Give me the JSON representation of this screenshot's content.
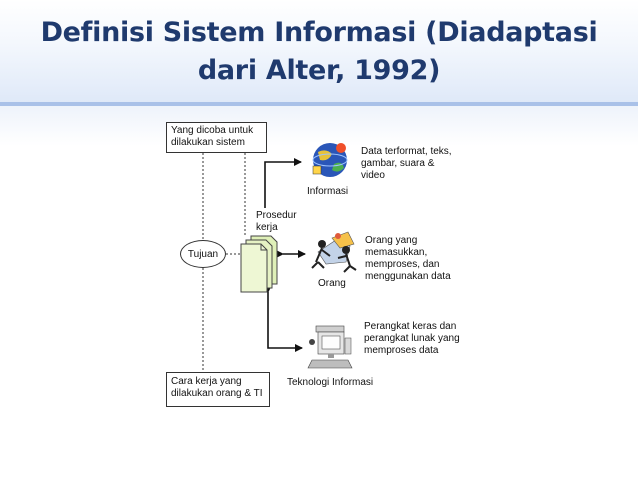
{
  "title": {
    "line1": "Definisi Sistem Informasi (Diadaptasi",
    "line2": "dari Alter, 1992)"
  },
  "diagram": {
    "top_box": "Yang dicoba untuk dilakukan sistem",
    "bottom_box": "Cara kerja yang dilakukan orang & TI",
    "goal": "Tujuan",
    "procedure": "Prosedur kerja",
    "components": [
      {
        "label": "Informasi",
        "icon": "globe-information-icon",
        "description": "Data terformat, teks, gambar, suara & video"
      },
      {
        "label": "Orang",
        "icon": "people-icon",
        "description": "Orang yang memasukkan, memproses, dan menggunakan data"
      },
      {
        "label": "Teknologi Informasi",
        "icon": "computer-icon",
        "description": "Perangkat keras dan perangkat lunak yang memproses data"
      }
    ]
  },
  "colors": {
    "title_text": "#1f3a6e",
    "title_band_border": "#a9c1e8",
    "document_fill": "#e6f2c4"
  }
}
